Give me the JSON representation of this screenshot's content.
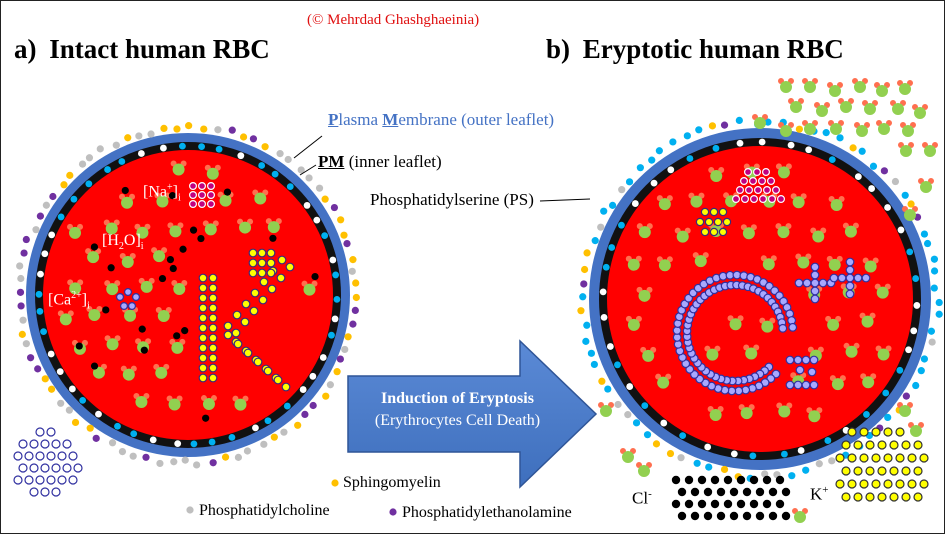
{
  "copyright": "(© Mehrdad Ghashghaeinia)",
  "panel_a": {
    "letter": "a)",
    "title": "Intact human RBC"
  },
  "panel_b": {
    "letter": "b)",
    "title": "Eryptotic human RBC"
  },
  "labels": {
    "pm_outer_p": "P",
    "pm_outer_1": "lasma ",
    "pm_outer_m": "M",
    "pm_outer_2": "embrane (outer leaflet)",
    "pm_inner_bold": "PM",
    "pm_inner_rest": " (inner leaflet)",
    "ps": "Phosphatidylserine (PS)"
  },
  "intracellular": {
    "na_base": "[Na",
    "na_sup": "+",
    "na_close": "]",
    "na_sub": "i",
    "h2o_a": "[H",
    "h2o_sub2": "2",
    "h2o_b": "O]",
    "h2o_sub": "i",
    "ca_base": "[Ca",
    "ca_sup": "2+",
    "ca_close": "]",
    "ca_sub": "i"
  },
  "arrow": {
    "line1": "Induction of Eryptosis",
    "line2": "(Erythrocytes Cell Death)"
  },
  "ions": {
    "cl_base": "Cl",
    "cl_sup": "-",
    "k_base": "K",
    "k_sup": "+"
  },
  "legend": {
    "sphingomyelin": "Sphingomyelin",
    "phosphatidylcholine": "Phosphatidylcholine",
    "phosphatidylethanolamine": "Phosphatidylethanolamine"
  },
  "colors": {
    "cytoplasm": "#ff0000",
    "outer_leaflet": "#4472c4",
    "inner_leaflet": "#111111",
    "sphingomyelin": "#ffc000",
    "phosphatidylcholine": "#bfbfbf",
    "phosphatidylethanolamine": "#7030a0",
    "phosphatidylserine": "#00b0f0",
    "molecule_body": "#92d050",
    "molecule_ear": "#ff6f4f",
    "sodium": "#c00080",
    "calcium_water": "#a8a8ff",
    "potassium": "#ffff00",
    "chloride": "#000000"
  }
}
